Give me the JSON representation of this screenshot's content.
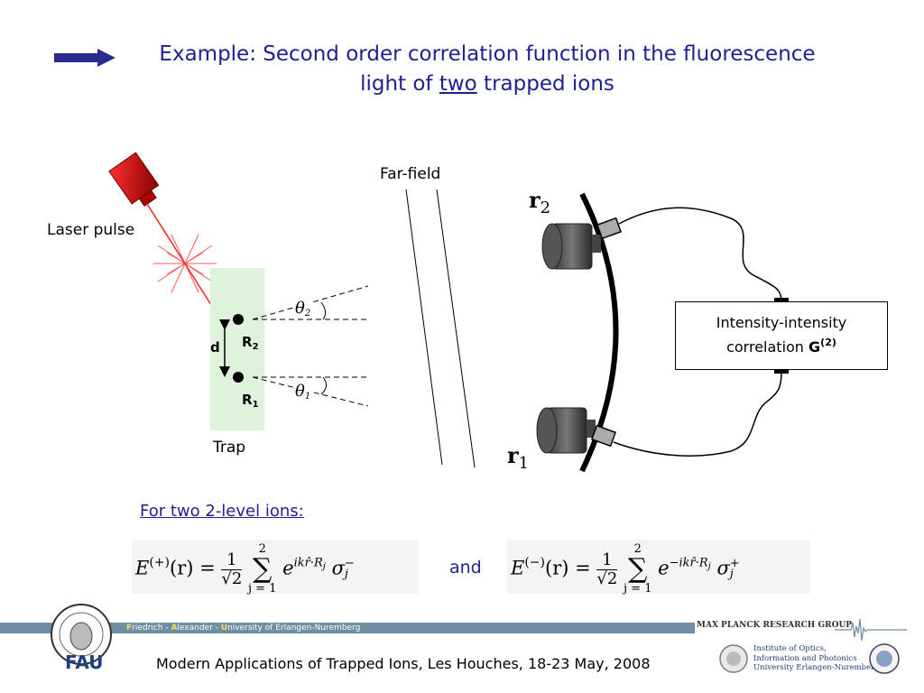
{
  "title": {
    "line1": "Example: Second order correlation function in the fluorescence",
    "line2_pre": "light of ",
    "line2_underlined": "two",
    "line2_post": " trapped ions"
  },
  "diagram": {
    "laser_label": "Laser pulse",
    "trap_label": "Trap",
    "distance_label": "d",
    "r2": {
      "base": "R",
      "sub": "2"
    },
    "r1": {
      "base": "R",
      "sub": "1"
    },
    "theta2": {
      "base": "θ",
      "sub": "2"
    },
    "theta1": {
      "base": "θ",
      "sub": "1"
    },
    "farfield_label": "Far-field",
    "det_r2": {
      "base": "r",
      "sub": "2"
    },
    "det_r1": {
      "base": "r",
      "sub": "1"
    },
    "correlator_line1": "Intensity-intensity",
    "correlator_line2": "correlation ",
    "correlator_G": "G",
    "correlator_sup": "(2)"
  },
  "section_heading": "For two 2-level ions:",
  "equations": {
    "conj": "and",
    "eq1": {
      "lhs_E": "E",
      "lhs_sup": "(+)",
      "lhs_arg": "(r) =",
      "num": "1",
      "den": "√2",
      "sum_top": "2",
      "sum_bot": "j = 1",
      "exp_base": "e",
      "exp": "ikr̂·R",
      "exp_sub": "j",
      "sigma": "σ",
      "sigma_sup": "−",
      "sigma_sub": "j"
    },
    "eq2": {
      "lhs_E": "E",
      "lhs_sup": "(−)",
      "lhs_arg": "(r) =",
      "num": "1",
      "den": "√2",
      "sum_top": "2",
      "sum_bot": "j = 1",
      "exp_base": "e",
      "exp": "−ikr̂·R",
      "exp_sub": "j",
      "sigma": "σ",
      "sigma_sup": "+",
      "sigma_sub": "j"
    }
  },
  "footer": {
    "univ_F": "F",
    "univ_rest1": "riedrich - ",
    "univ_A": "A",
    "univ_rest2": "lexander - ",
    "univ_U": "U",
    "univ_rest3": "niversity of Erlangen-Nuremberg",
    "fau_logo": "FAU",
    "conference": "Modern Applications of Trapped Ions, Les Houches, 18-23 May, 2008",
    "mpg_label": "MAX PLANCK RESEARCH GROUP",
    "institute_line1": "Institute of Optics,",
    "institute_line2": "Information and Photonics",
    "institute_line3": "University Erlangen-Nuremberg"
  },
  "colors": {
    "title": "#1f1f8f",
    "arrow": "#2b2b8c",
    "laser": "#cc0000",
    "trap": "#dff2dc",
    "footer_band": "#6e8fa3"
  }
}
